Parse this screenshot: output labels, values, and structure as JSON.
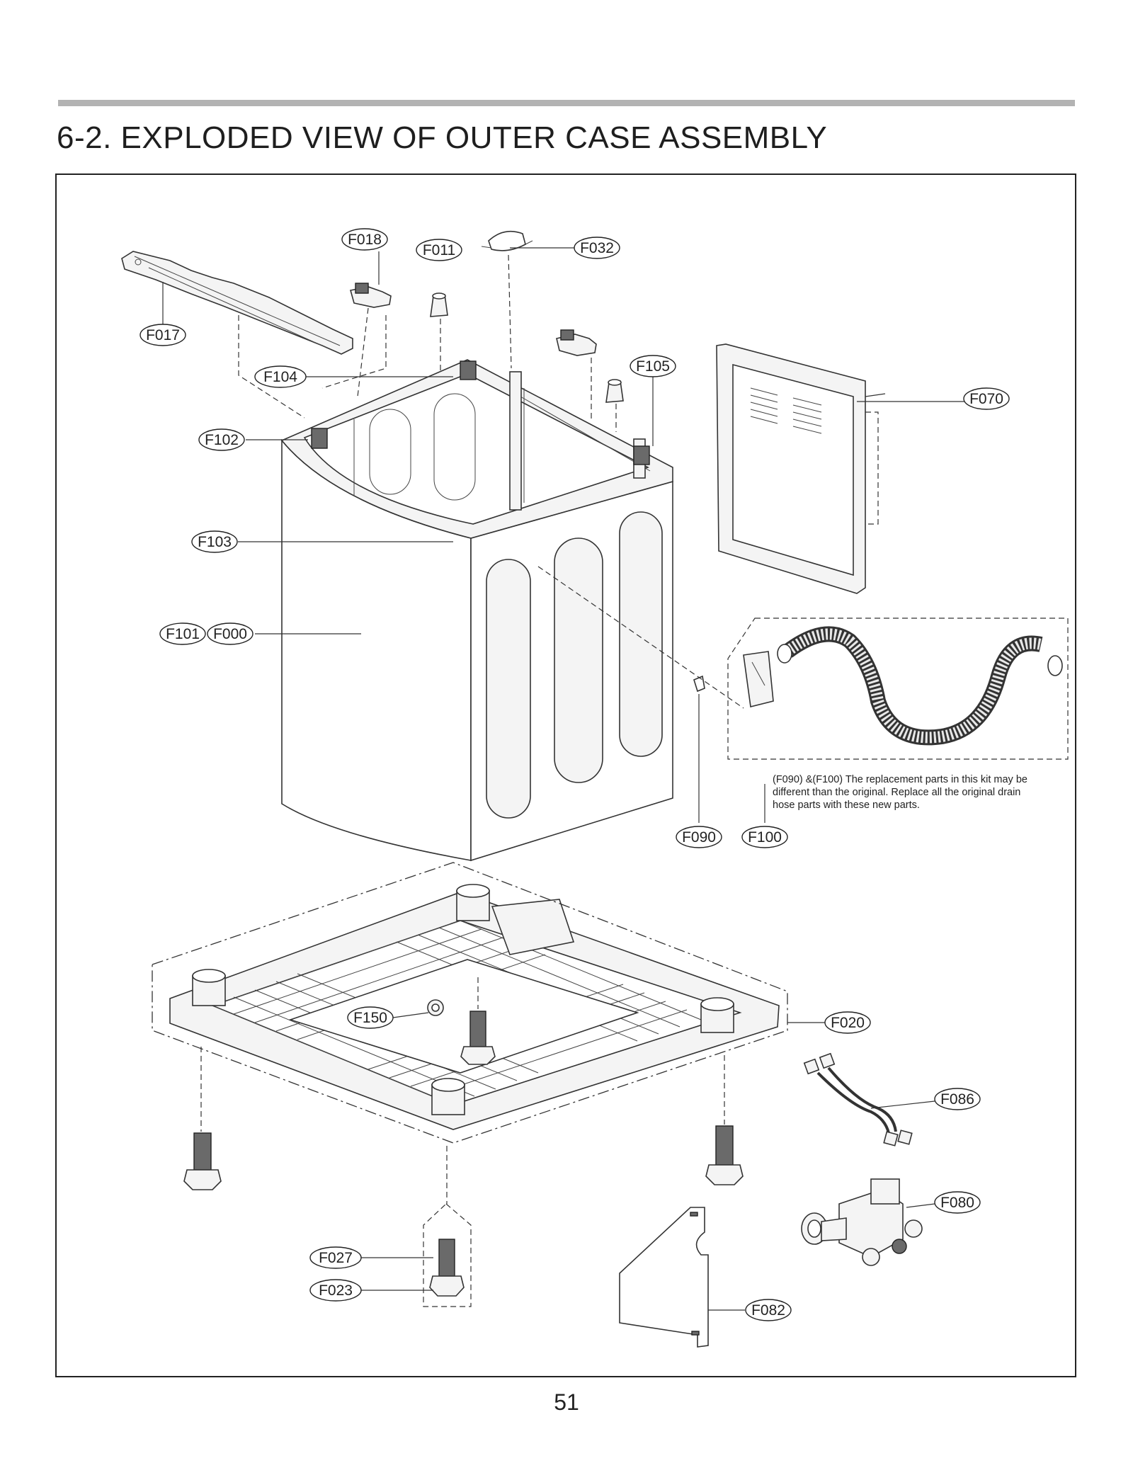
{
  "header": {
    "title": "6-2. EXPLODED VIEW OF OUTER CASE ASSEMBLY"
  },
  "footer": {
    "page_number": "51"
  },
  "note": {
    "lines": [
      "(F090) &(F100) The replacement parts in this kit may be",
      "different than the original. Replace all the original drain",
      "hose parts with these new parts."
    ]
  },
  "callouts": {
    "F018": "F018",
    "F011": "F011",
    "F032": "F032",
    "F017": "F017",
    "F104": "F104",
    "F105": "F105",
    "F070": "F070",
    "F102": "F102",
    "F103": "F103",
    "F101": "F101",
    "F000": "F000",
    "F090": "F090",
    "F100": "F100",
    "F150": "F150",
    "F020": "F020",
    "F086": "F086",
    "F080": "F080",
    "F027": "F027",
    "F023": "F023",
    "F082": "F082"
  }
}
